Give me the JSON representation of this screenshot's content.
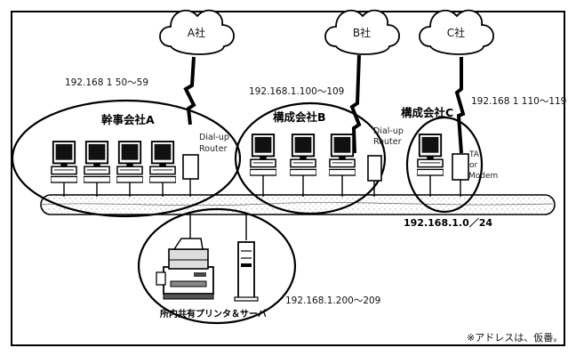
{
  "clouds": [
    {
      "label": "A社"
    },
    {
      "label": "B社"
    },
    {
      "label": "C社"
    }
  ],
  "companies": [
    {
      "name": "幹事会社A",
      "ip_range": "192.168 1 50～59",
      "device_label": [
        "Dial-up",
        "Router"
      ]
    },
    {
      "name": "構成会社B",
      "ip_range": "192.168.1.100～109",
      "device_label": [
        "Dial-up",
        "Router"
      ]
    },
    {
      "name": "構成会社C",
      "ip_range": "192.168 1 110～119",
      "device_label": [
        "TA",
        "or",
        "Modem"
      ]
    }
  ],
  "shared": {
    "network_address": "192.168.1.0／24",
    "server_ip_range": "192.168.1.200～209",
    "server_label": "所内共有プリンタ＆サーバ"
  },
  "note": "※アドレスは、仮番。"
}
